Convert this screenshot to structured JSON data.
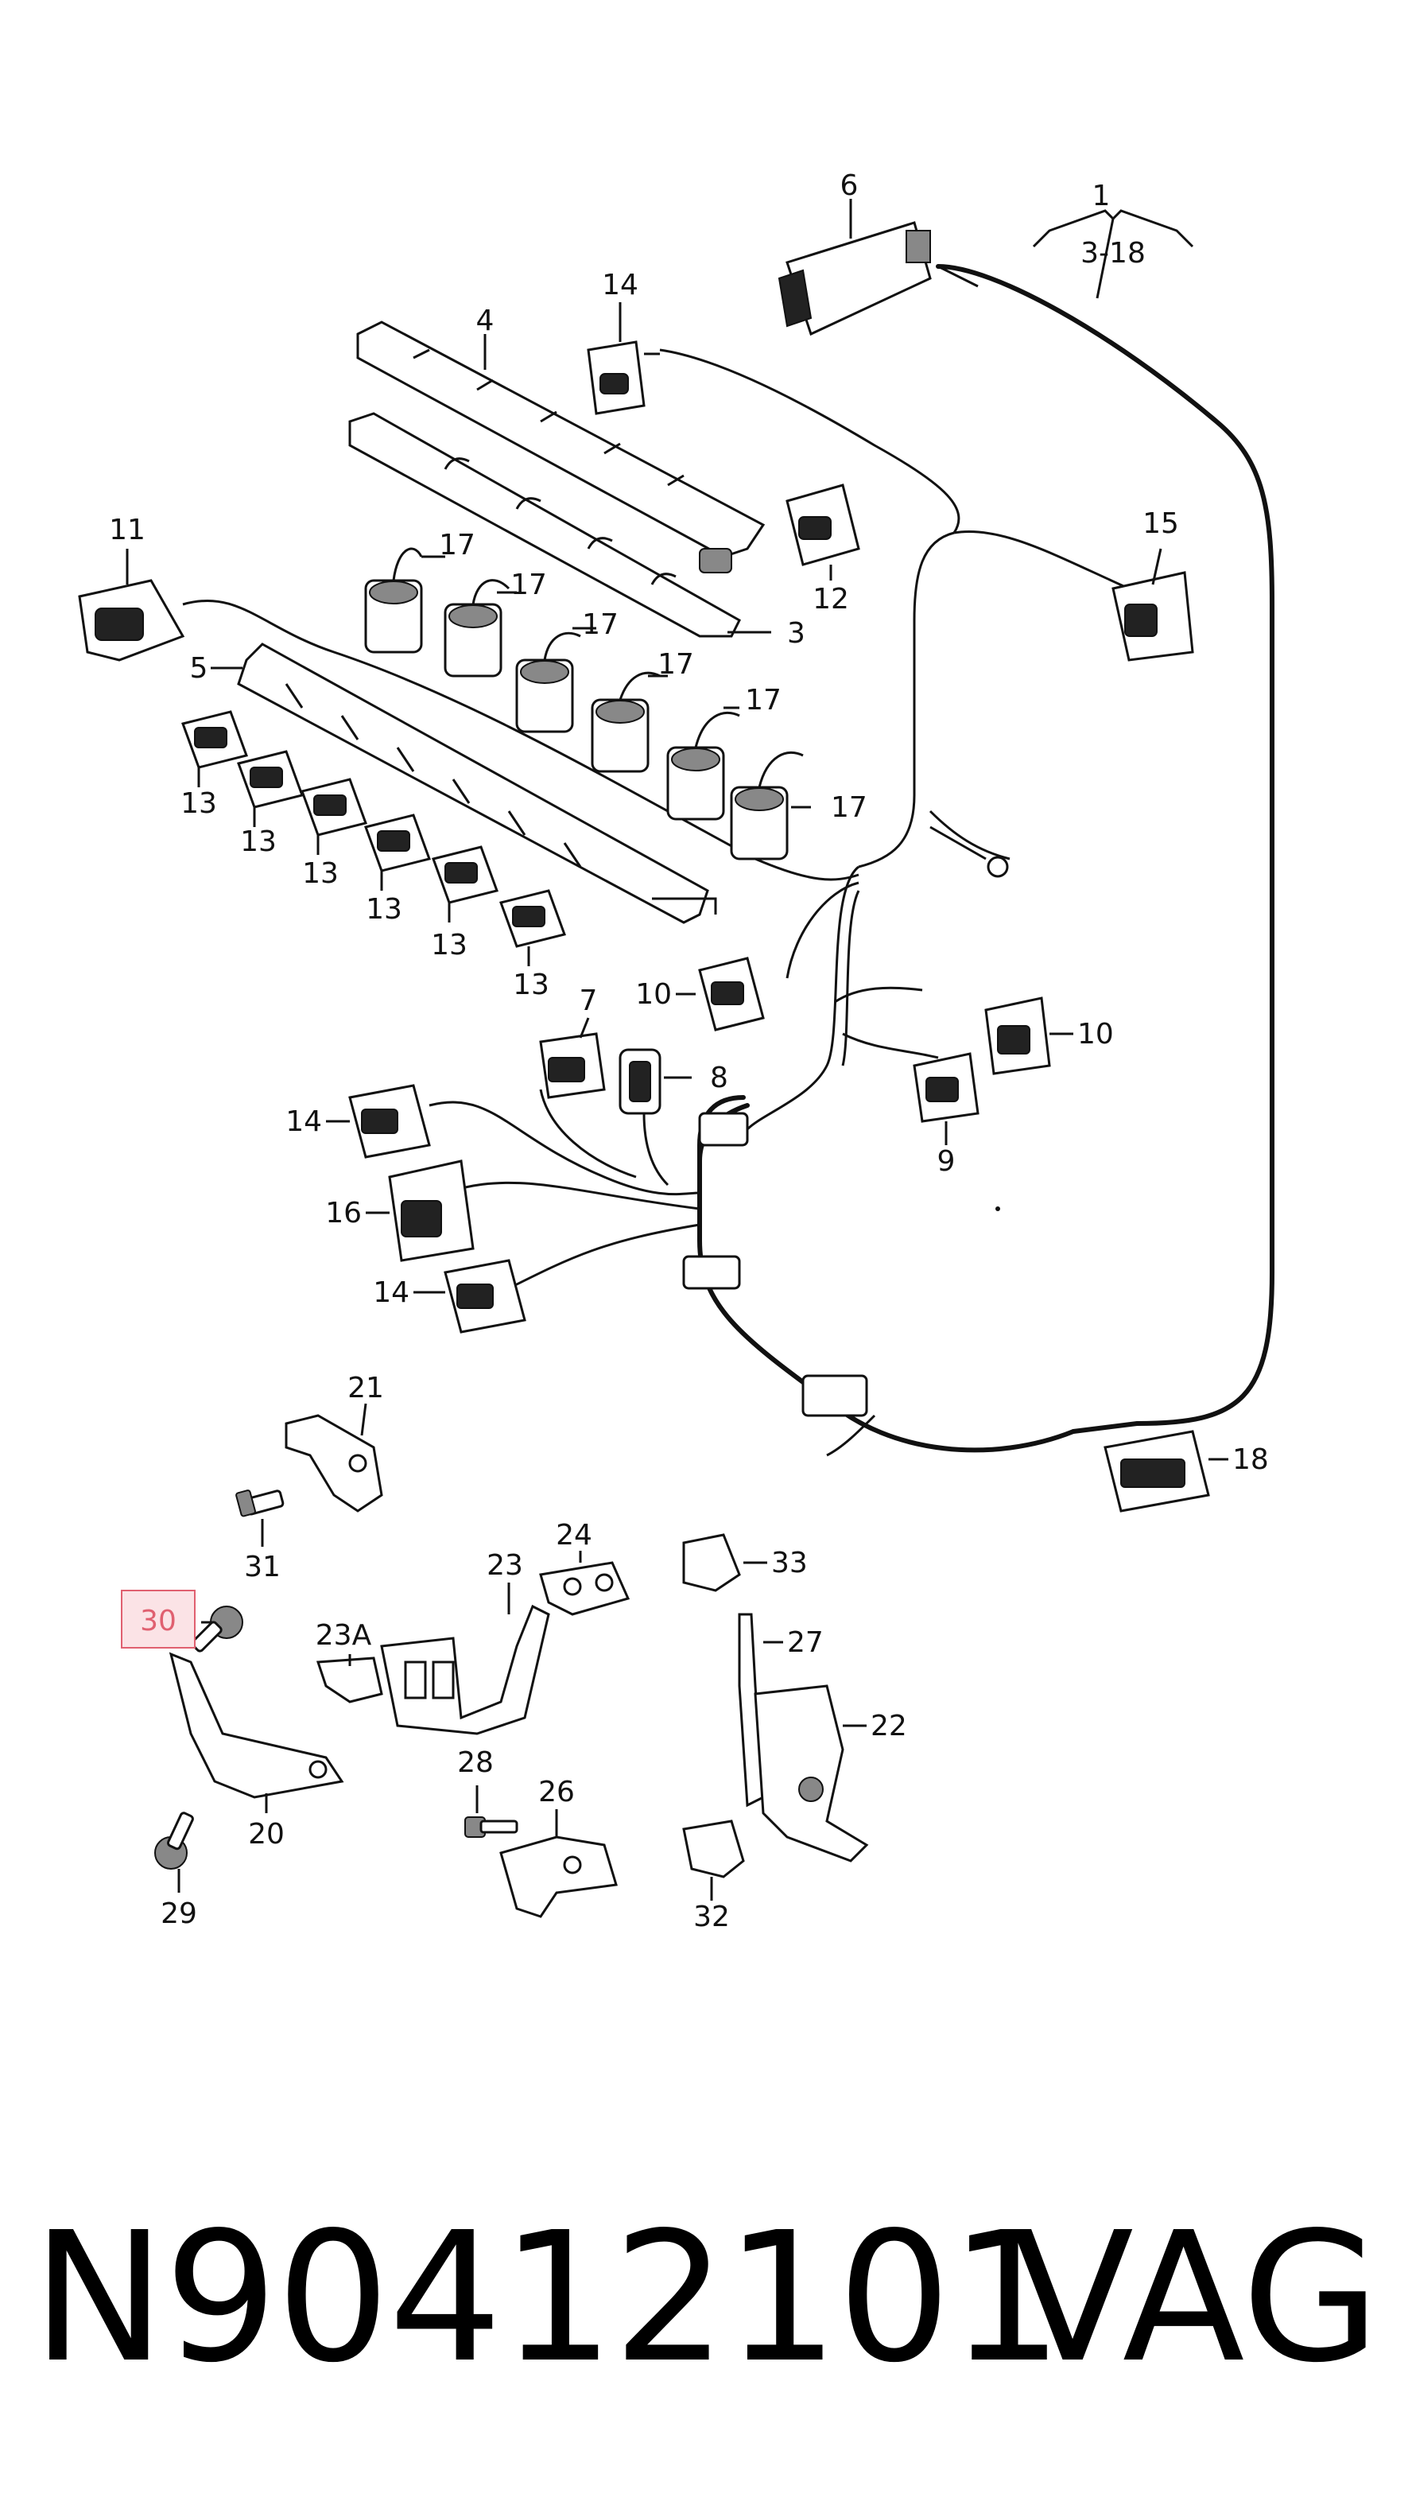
{
  "diagram": {
    "callouts": {
      "c1": "1",
      "c1_range": "3-18",
      "c3": "3",
      "c4": "4",
      "c5": "5",
      "c6": "6",
      "c7": "7",
      "c8": "8",
      "c9": "9",
      "c10a": "10",
      "c10b": "10",
      "c11": "11",
      "c12": "12",
      "c13a": "13",
      "c13b": "13",
      "c13c": "13",
      "c13d": "13",
      "c13e": "13",
      "c13f": "13",
      "c14a": "14",
      "c14b": "14",
      "c14c": "14",
      "c15": "15",
      "c16": "16",
      "c17a": "17",
      "c17b": "17",
      "c17c": "17",
      "c17d": "17",
      "c17e": "17",
      "c17f": "17",
      "c18": "18",
      "c20": "20",
      "c21": "21",
      "c22": "22",
      "c23": "23",
      "c23a": "23A",
      "c24": "24",
      "c26": "26",
      "c27": "27",
      "c28": "28",
      "c29": "29",
      "c30": "30",
      "c31": "31",
      "c32": "32",
      "c33": "33"
    },
    "highlight_color": "#e06070",
    "highlight_fill": "#fbe3e6"
  },
  "footer": {
    "part_number": "N90412101",
    "brand": "VAG"
  }
}
